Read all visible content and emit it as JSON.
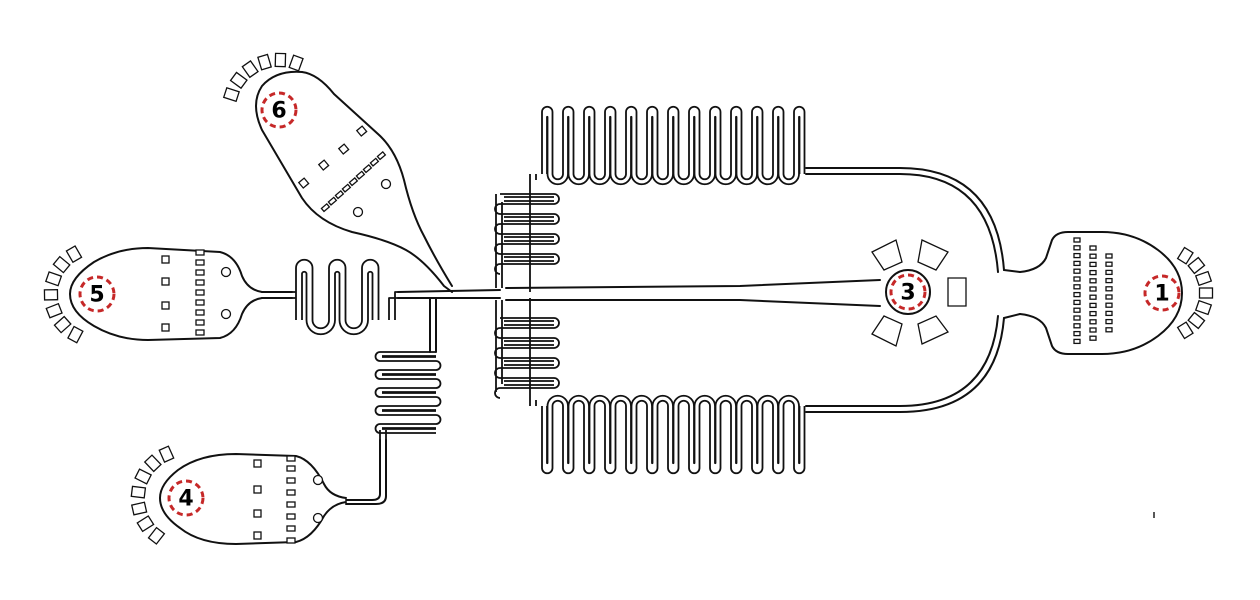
{
  "diagram": {
    "ports": [
      {
        "id": "1",
        "label": "1"
      },
      {
        "id": "3",
        "label": "3"
      },
      {
        "id": "4",
        "label": "4"
      },
      {
        "id": "5",
        "label": "5"
      },
      {
        "id": "6",
        "label": "6"
      }
    ]
  },
  "colors": {
    "channel": "#111111",
    "port_marker": "#c62828",
    "background": "#ffffff"
  }
}
